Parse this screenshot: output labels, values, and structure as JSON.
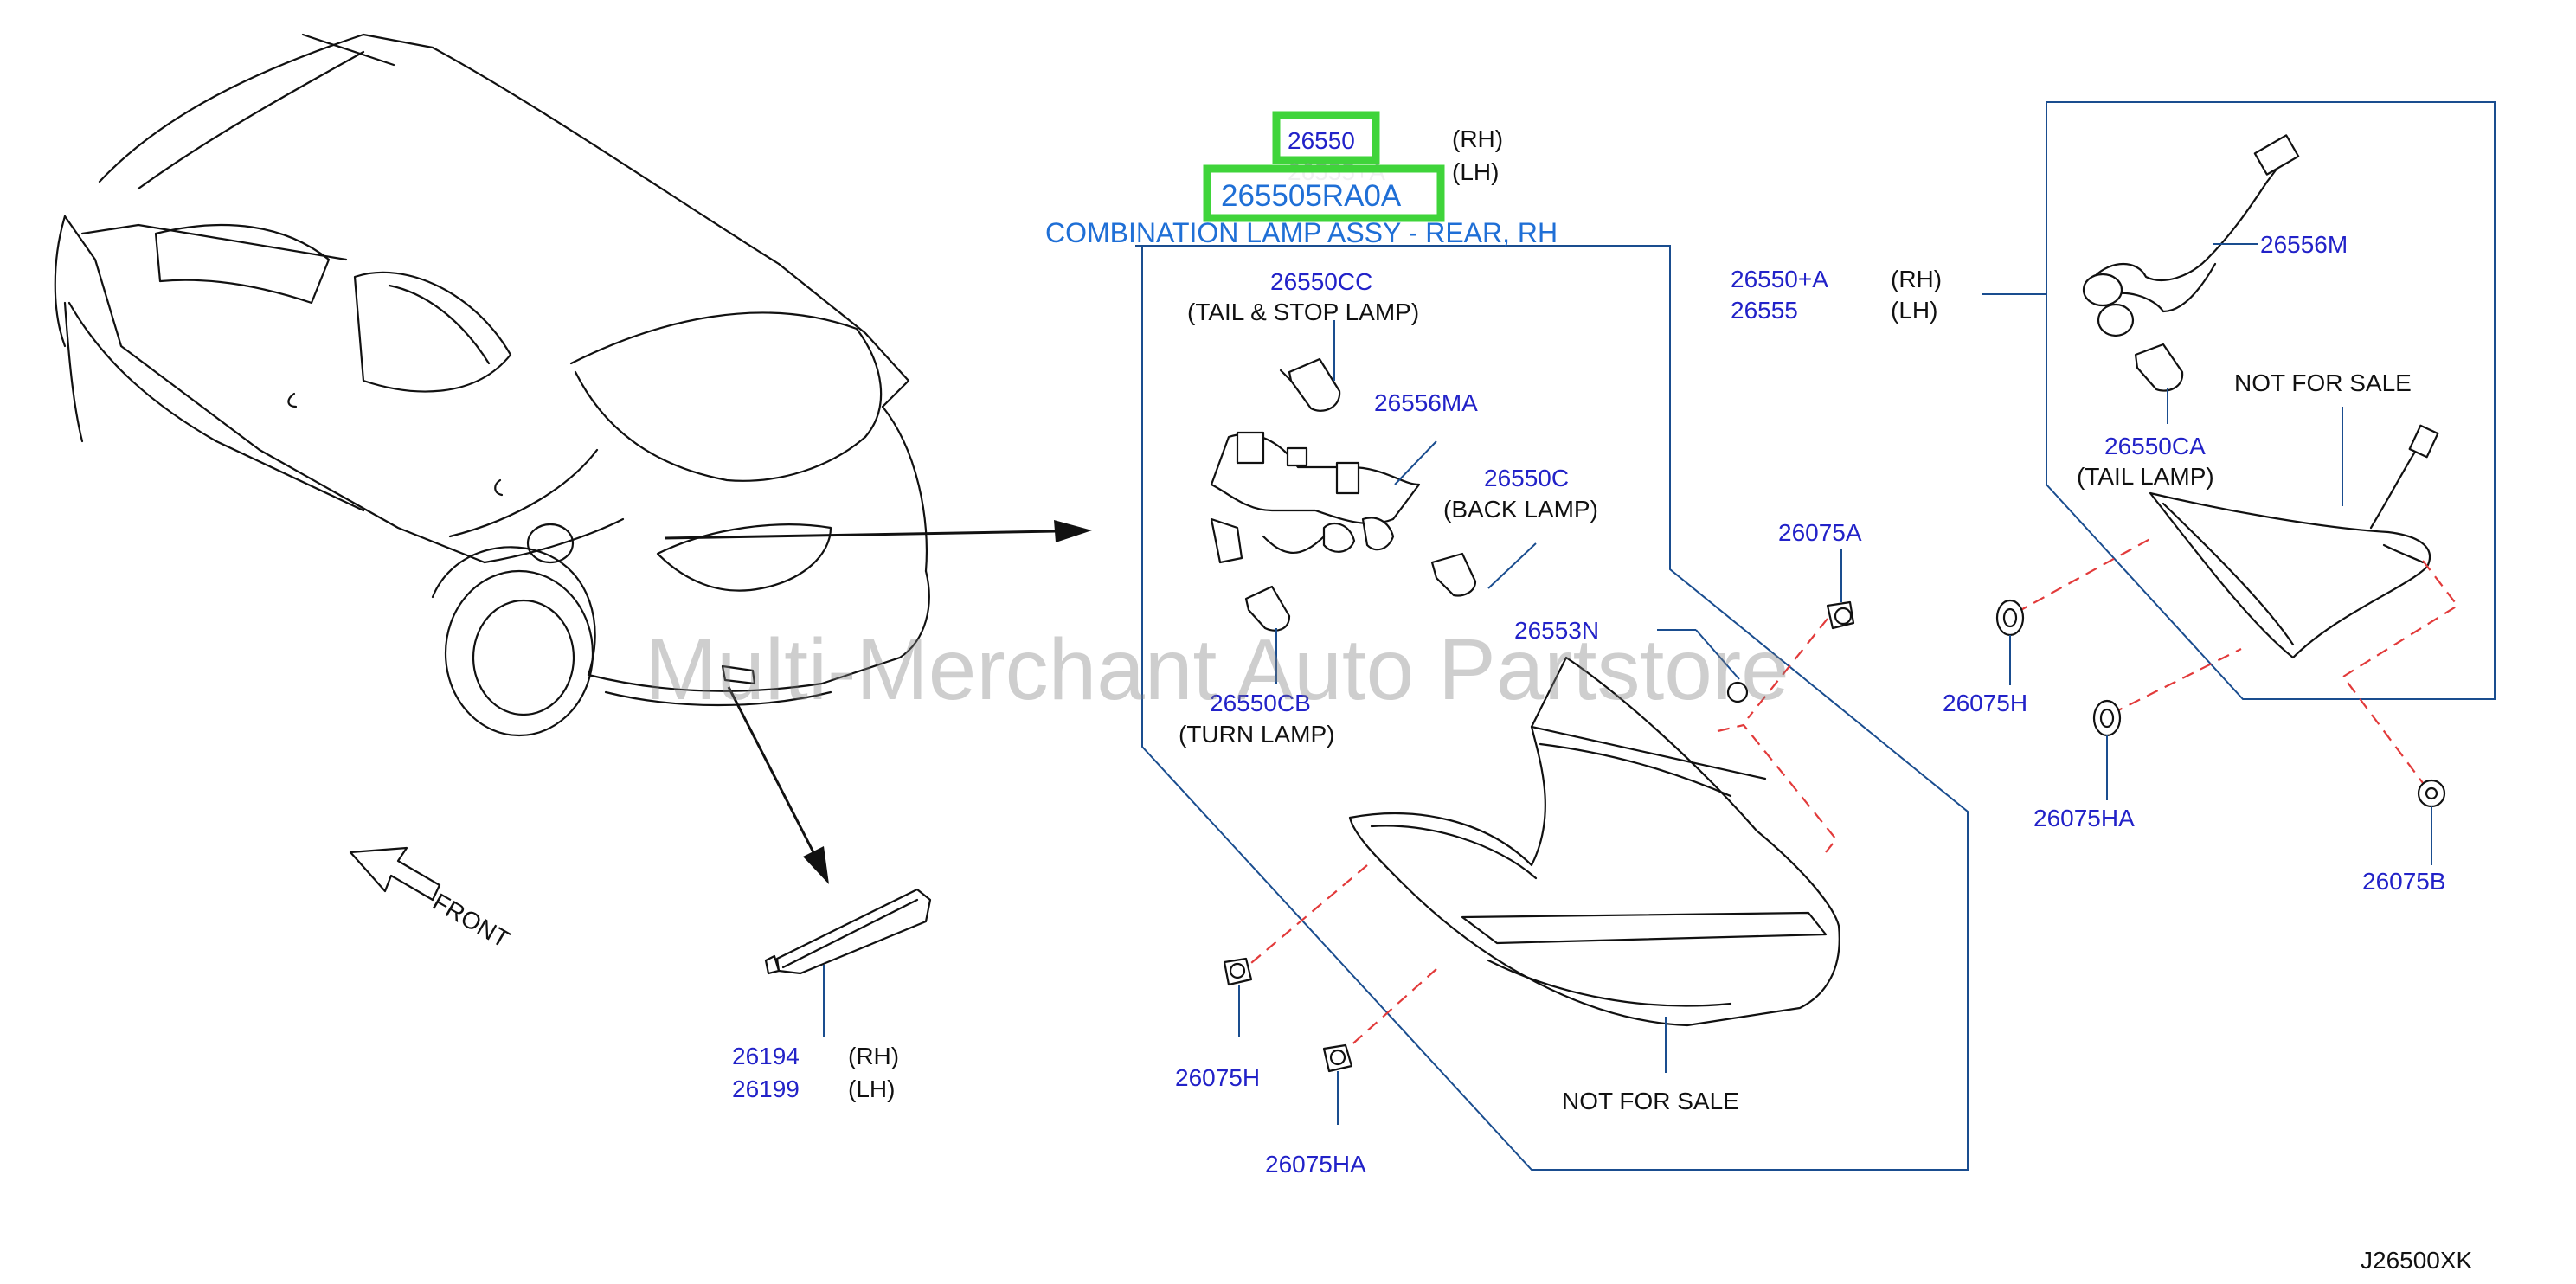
{
  "highlight": {
    "part_number": "26550",
    "full_part_number": "265505RA0A",
    "occluded_label": "26555+A",
    "part_name": "COMBINATION LAMP ASSY - REAR, RH",
    "rh": "(RH)",
    "lh": "(LH)",
    "color": "#3fd43a"
  },
  "labels": {
    "bulb_tail_stop_num": "26550CC",
    "bulb_tail_stop_desc": "(TAIL  &  STOP  LAMP)",
    "harness_main": "26556MA",
    "bulb_back_num": "26550C",
    "bulb_back_desc": "(BACK  LAMP)",
    "bulb_turn_num": "26550CB",
    "bulb_turn_desc": "(TURN  LAMP)",
    "gasket": "26553N",
    "bolt_a": "26075A",
    "grommet_h_left": "26075H",
    "grommet_ha_left": "26075HA",
    "not_for_sale_main": "NOT   FOR   SALE",
    "inner_lamp_rh": "26550+A",
    "inner_lamp_lh": "26555",
    "inner_rh_tag": "(RH)",
    "inner_lh_tag": "(LH)",
    "harness_inner": "26556M",
    "bulb_tail_inner_num": "26550CA",
    "bulb_tail_inner_desc": "(TAIL   LAMP)",
    "not_for_sale_inner": "NOT   FOR   SALE",
    "grommet_h_right": "26075H",
    "grommet_ha_right": "26075HA",
    "nut_b": "26075B",
    "side_marker_rh": "26194",
    "side_marker_lh": "26199",
    "side_rh_tag": "(RH)",
    "side_lh_tag": "(LH)",
    "front_label": "FRONT",
    "diagram_code": "J26500XK"
  },
  "watermark": "Multi-Merchant Auto Partstore",
  "colors": {
    "part_number_text": "#2222c8",
    "highlight_text": "#1f6fd6",
    "callout_line": "#1a4d8f",
    "dashed_leader": "#e23a3a"
  }
}
